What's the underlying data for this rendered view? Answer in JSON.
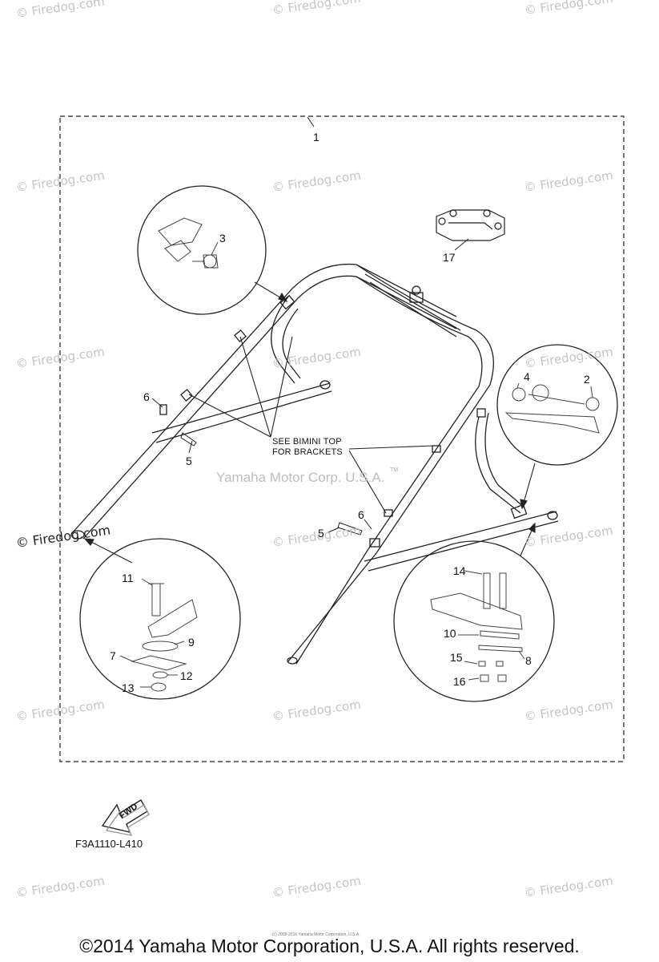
{
  "watermark_text": "© Firedog.com",
  "diagram": {
    "callouts": {
      "c1": "1",
      "c2": "2",
      "c3": "3",
      "c4": "4",
      "c5a": "5",
      "c5b": "5",
      "c6a": "6",
      "c6b": "6",
      "c7": "7",
      "c8": "8",
      "c9": "9",
      "c10": "10",
      "c11": "11",
      "c12": "12",
      "c13": "13",
      "c14": "14",
      "c15": "15",
      "c16": "16",
      "c17": "17"
    },
    "note_line1": "SEE BIMINI TOP",
    "note_line2": "FOR BRACKETS",
    "center_watermark": "Yamaha Motor Corp. U.S.A.",
    "trademark": "TM",
    "fwd_label": "FWD",
    "figure_code": "F3A1110-L410",
    "small_copyright": "(c) 2008-2016 Yamaha Motor Corporation, U.S.A."
  },
  "footer": "©2014 Yamaha Motor Corporation, U.S.A. All rights reserved."
}
